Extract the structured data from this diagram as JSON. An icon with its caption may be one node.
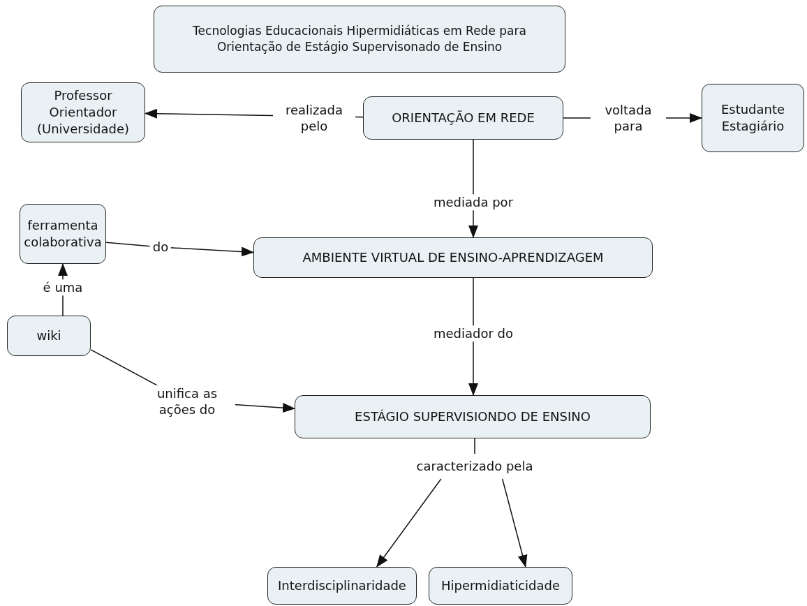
{
  "diagram": {
    "nodes": [
      {
        "text": [
          "Tecnologias Educacionais Hipermidiáticas em Rede para Orientação de Estágio Supervisonado de Ensino"
        ]
      },
      {
        "text": [
          "Professor Orientador (Universidade)"
        ]
      },
      {
        "text": [
          "ORIENTAÇÃO EM REDE"
        ]
      },
      {
        "text": [
          "Estudante Estagiário"
        ]
      },
      {
        "text": [
          "ferramenta colaborativa"
        ]
      },
      {
        "text": [
          "AMBIENTE VIRTUAL DE ENSINO-APRENDIZAGEM"
        ]
      },
      {
        "text": [
          "wiki"
        ]
      },
      {
        "text": [
          "ESTÁGIO SUPERVISIONDO DE ENSINO"
        ]
      },
      {
        "text": [
          "Interdisciplinaridade"
        ]
      },
      {
        "text": [
          "Hipermidiaticidade"
        ]
      },
      {
        "text": [
          "caracterizado pela"
        ]
      }
    ],
    "edges": [
      {
        "from": 2,
        "to": 1,
        "arrow": "to",
        "label": "realizada pelo"
      },
      {
        "from": 2,
        "to": 3,
        "arrow": "to",
        "label": "voltada para"
      },
      {
        "from": 2,
        "to": 5,
        "arrow": "to",
        "label": "mediada por"
      },
      {
        "from": 4,
        "to": 5,
        "arrow": "to",
        "label": "do"
      },
      {
        "from": 6,
        "to": 4,
        "arrow": "to",
        "label": "é uma"
      },
      {
        "from": 5,
        "to": 7,
        "arrow": "to",
        "label": "mediador do"
      },
      {
        "from": 6,
        "to": 7,
        "arrow": "to",
        "label": "unifica as ações do"
      },
      {
        "from": 7,
        "to": 10,
        "arrow": "none"
      },
      {
        "from": 10,
        "to": 8,
        "arrow": "to"
      },
      {
        "from": 10,
        "to": 9,
        "arrow": "to"
      }
    ]
  }
}
